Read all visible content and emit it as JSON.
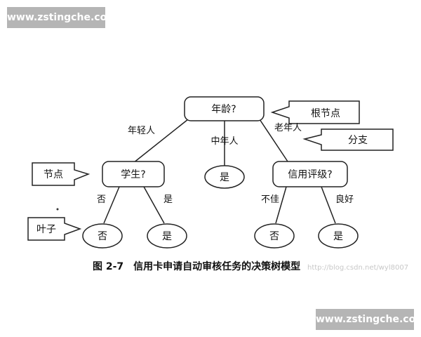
{
  "watermark_top": "www.zstingche.com",
  "watermark_bottom": "www.zstingche.com",
  "nodes": {
    "root": "年龄?",
    "student": "学生?",
    "middle_leaf": "是",
    "credit": "信用评级?",
    "leaf_student_no": "否",
    "leaf_student_yes": "是",
    "leaf_credit_bad": "否",
    "leaf_credit_good": "是"
  },
  "edges": {
    "young": "年轻人",
    "middle": "中年人",
    "old": "老年人",
    "student_no": "否",
    "student_yes": "是",
    "credit_bad": "不佳",
    "credit_good": "良好"
  },
  "callouts": {
    "root_node": "根节点",
    "branch": "分支",
    "node": "节点",
    "leaf": "叶子"
  },
  "caption": "图 2-7　信用卡申请自动审核任务的决策树模型",
  "caption_watermark": "http://blog.csdn.net/wyl8007"
}
